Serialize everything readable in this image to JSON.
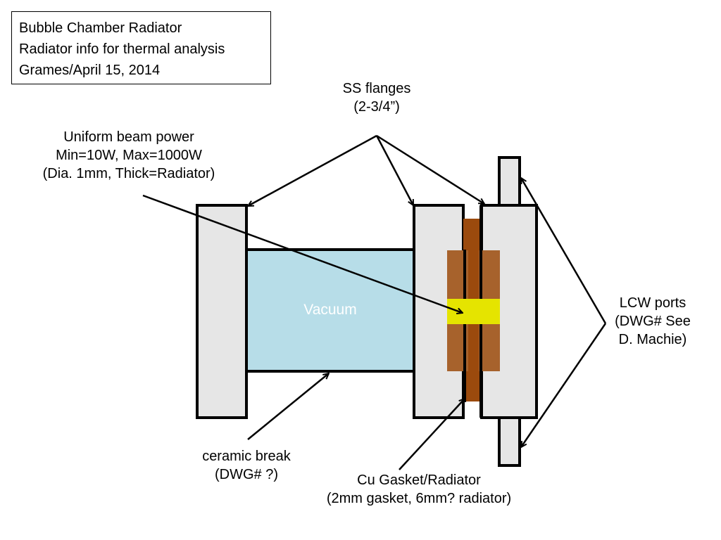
{
  "title_box": {
    "line1": "Bubble Chamber Radiator",
    "line2": "Radiator info for thermal analysis",
    "line3": "Grames/April 15, 2014"
  },
  "labels": {
    "ss_flanges": {
      "line1": "SS flanges",
      "line2": "(2-3/4”)"
    },
    "beam_power": {
      "line1": "Uniform beam power",
      "line2": "Min=10W, Max=1000W",
      "line3": "(Dia. 1mm, Thick=Radiator)"
    },
    "lcw_ports": {
      "line1": "LCW ports",
      "line2": "(DWG# See",
      "line3": "D. Machie)"
    },
    "ceramic_break": {
      "line1": "ceramic break",
      "line2": "(DWG# ?)"
    },
    "cu_gasket": {
      "line1": "Cu Gasket/Radiator",
      "line2": "(2mm gasket, 6mm? radiator)"
    },
    "vacuum": "Vacuum"
  },
  "colors": {
    "flange": "#e6e6e6",
    "vacuum": "#b7dde8",
    "gasket": "#a7622c",
    "gasket_dark": "#9b4a0d",
    "beam": "#e5e400",
    "outline": "#000000"
  }
}
